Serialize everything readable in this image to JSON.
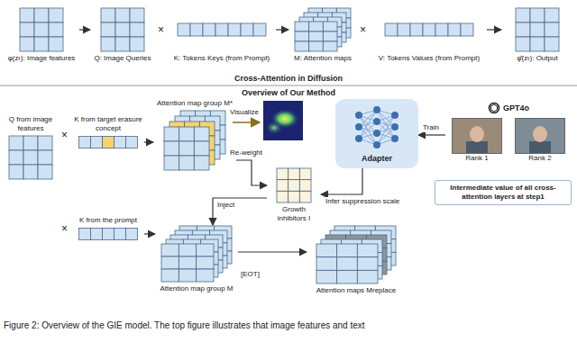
{
  "diagram": {
    "caption": "Figure 2: Overview of the GIE model. The top figure illustrates that image features and text",
    "nodes": [
      {
        "text": [
          "φ(zₜ): Image features"
        ]
      },
      {
        "text": [
          "Q: Image Queries"
        ]
      },
      {
        "text": [
          "K: Tokens Keys (from Prompt)"
        ]
      },
      {
        "text": [
          "M: Attention maps"
        ]
      },
      {
        "text": [
          "V: Tokens Values (from Prompt)"
        ]
      },
      {
        "text": [
          "φ̂(zₜ): Output"
        ]
      },
      {
        "text": [
          "Q from image features"
        ]
      },
      {
        "text": [
          "K from target erasure concept"
        ]
      },
      {
        "text": [
          "K from the prompt"
        ]
      },
      {
        "text": [
          "Attention map group M*"
        ]
      },
      {
        "text": [
          "Growth inhibitors I"
        ]
      },
      {
        "text": [
          "Adapter"
        ]
      },
      {
        "text": [
          "GPT4o",
          "Rank 1",
          "Rank 2"
        ]
      },
      {
        "text": [
          "Intermediate value of all cross-attention layers at step1"
        ]
      },
      {
        "text": [
          "Attention map group M"
        ]
      },
      {
        "text": [
          "Attention maps Mreplace"
        ]
      }
    ],
    "edges": [
      {
        "from": 0,
        "to": 1,
        "arrow": "to"
      },
      {
        "from": 2,
        "to": 3,
        "arrow": "to"
      },
      {
        "from": 4,
        "to": 5,
        "arrow": "to"
      },
      {
        "from": 7,
        "to": 9,
        "arrow": "to"
      },
      {
        "from": 8,
        "to": 14,
        "arrow": "to"
      },
      {
        "from": 9,
        "to": 10,
        "label": "Re-weight",
        "arrow": "to"
      },
      {
        "from": 11,
        "to": 10,
        "label": "Infer suppression scale",
        "arrow": "to"
      },
      {
        "from": 12,
        "to": 11,
        "label": "Train",
        "arrow": "to"
      },
      {
        "from": 10,
        "to": 14,
        "label": "Inject",
        "arrow": "to"
      },
      {
        "from": 14,
        "to": 15,
        "arrow": "to"
      }
    ],
    "labels": [
      "×",
      "×",
      "Cross-Attention in Diffusion",
      "Overview of Our Method",
      "×",
      "×",
      "Visualize",
      "[EOT]"
    ]
  }
}
